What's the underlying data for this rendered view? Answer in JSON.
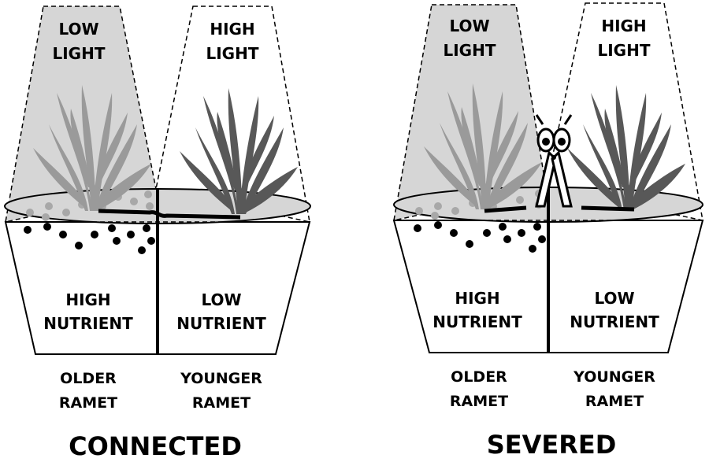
{
  "panels": [
    {
      "id": "connected",
      "title": "CONNECTED",
      "light_left": [
        "LOW",
        "LIGHT"
      ],
      "light_right": [
        "HIGH",
        "LIGHT"
      ],
      "nutrient_left": [
        "HIGH",
        "NUTRIENT"
      ],
      "nutrient_right": [
        "LOW",
        "NUTRIENT"
      ],
      "ramet_left": [
        "OLDER",
        "RAMET"
      ],
      "ramet_right": [
        "YOUNGER",
        "RAMET"
      ]
    },
    {
      "id": "severed",
      "title": "SEVERED",
      "light_left": [
        "LOW",
        "LIGHT"
      ],
      "light_right": [
        "HIGH",
        "LIGHT"
      ],
      "nutrient_left": [
        "HIGH",
        "NUTRIENT"
      ],
      "nutrient_right": [
        "LOW",
        "NUTRIENT"
      ],
      "ramet_left": [
        "OLDER",
        "RAMET"
      ],
      "ramet_right": [
        "YOUNGER",
        "RAMET"
      ]
    }
  ],
  "icons": {
    "plant_left": "plant-icon",
    "plant_right": "plant-icon",
    "scissors": "scissors-icon"
  },
  "colors": {
    "shade": "#d6d6d6",
    "plant_faded": "#9a9a9a",
    "plant_dark": "#585858",
    "ink": "#000000"
  }
}
